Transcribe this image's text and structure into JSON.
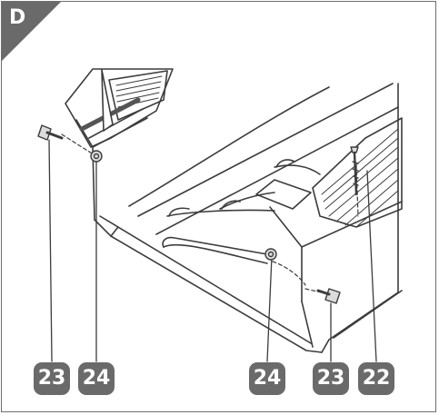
{
  "figure": {
    "step_letter": "D",
    "callouts": [
      "23",
      "24",
      "24",
      "23",
      "22"
    ]
  },
  "colors": {
    "badge": "#6a6a6a",
    "line_art": "#3c3c3c",
    "frame": "#6f6f6f"
  },
  "icons": [
    "screw-icon",
    "nut-icon",
    "bolt-icon"
  ]
}
